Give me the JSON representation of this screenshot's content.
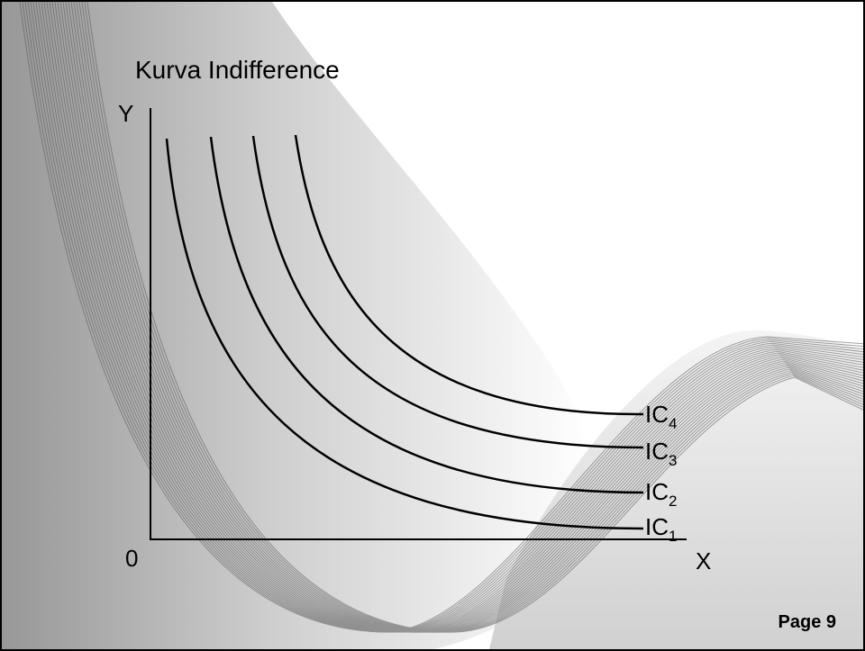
{
  "slide": {
    "title": "Kurva Indifference",
    "page_label": "Page 9"
  },
  "axes": {
    "y_label": "Y",
    "x_label": "X",
    "origin_label": "0"
  },
  "curves": [
    {
      "id": "ic1",
      "name": "IC",
      "sub": "1"
    },
    {
      "id": "ic2",
      "name": "IC",
      "sub": "2"
    },
    {
      "id": "ic3",
      "name": "IC",
      "sub": "3"
    },
    {
      "id": "ic4",
      "name": "IC",
      "sub": "4"
    }
  ],
  "colors": {
    "line": "#000000",
    "background": "#ffffff",
    "swoosh_dark": "#6a6a6a",
    "swoosh_light": "#e8e8e8"
  }
}
